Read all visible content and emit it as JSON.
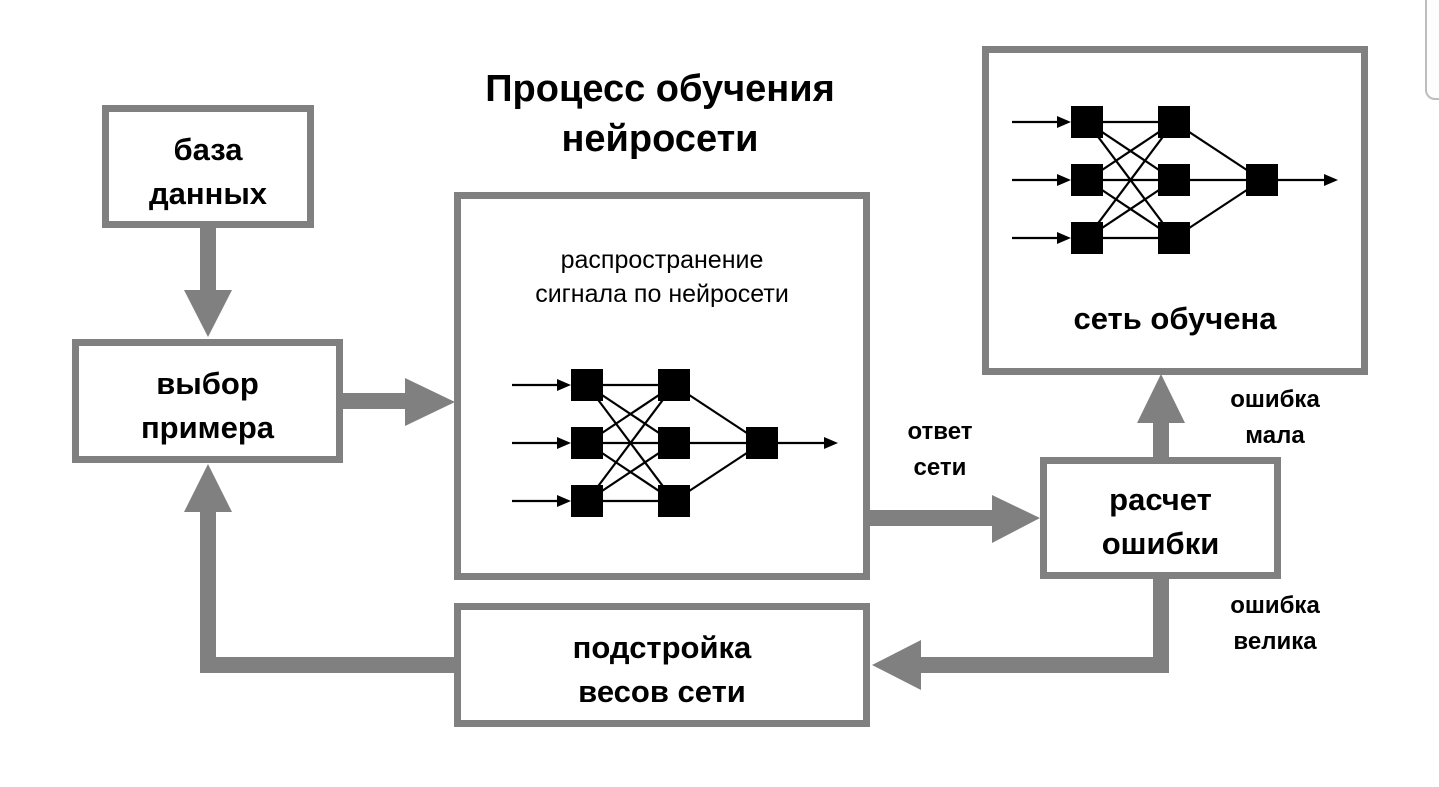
{
  "title": "Процесс обучения\nнейросети",
  "colors": {
    "box_border": "#808080",
    "arrow": "#808080",
    "network": "#000000",
    "background": "#ffffff"
  },
  "nodes": {
    "database": "база\nданных",
    "select_example": "выбор\nпримера",
    "propagation": "распространение\nсигнала по нейросети",
    "trained": "сеть обучена",
    "error_calc": "расчет\nошибки",
    "weight_adjust": "подстройка\nвесов сети"
  },
  "edge_labels": {
    "network_response": "ответ\nсети",
    "error_small": "ошибка\nмала",
    "error_large": "ошибка\nвелика"
  },
  "network_diagram": {
    "layers": [
      3,
      3,
      1
    ],
    "inputs": 3,
    "outputs": 1
  }
}
